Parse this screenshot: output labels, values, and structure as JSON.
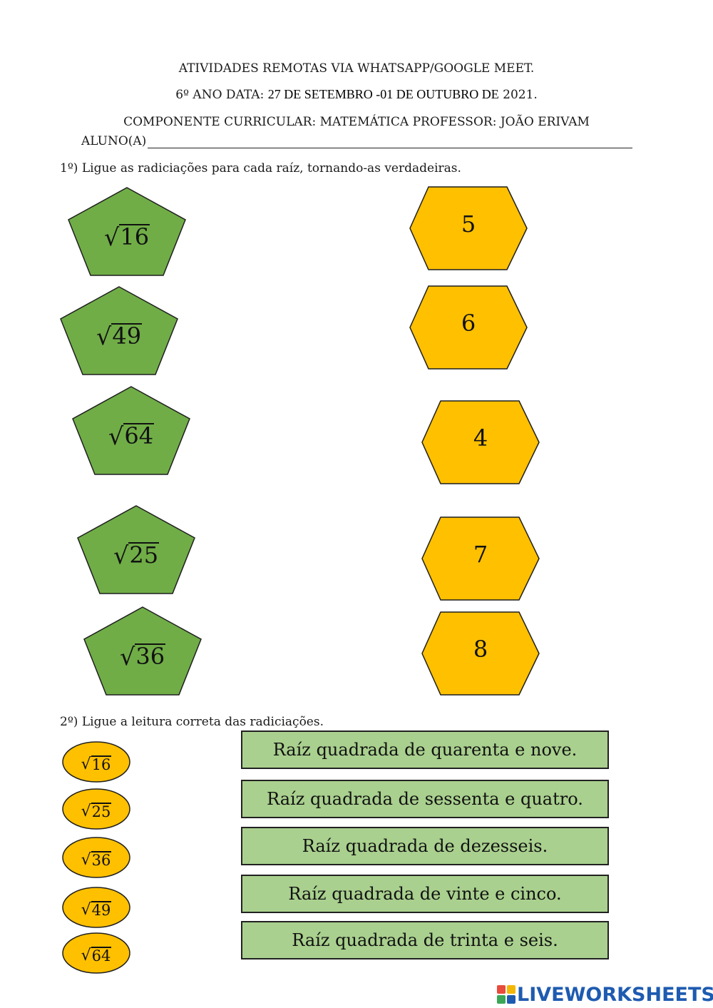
{
  "header": {
    "line1": "ATIVIDADES REMOTAS VIA WHATSAPP/GOOGLE MEET.",
    "line2_prefix": "6º ANO DATA: ",
    "line2_date": "27 DE SETEMBRO -01 DE OUTUBRO DE",
    "line2_suffix": " 2021.",
    "line3": "COMPONENTE CURRICULAR: MATEMÁTICA PROFESSOR: JOÃO ERIVAM",
    "student_label": "ALUNO(A)"
  },
  "question1": {
    "prompt": "1º) Ligue as radiciações para cada raíz, tornando-as verdadeiras.",
    "radicals": [
      "16",
      "49",
      "64",
      "25",
      "36"
    ],
    "roots": [
      "5",
      "6",
      "4",
      "7",
      "8"
    ],
    "pentagon_color": "#70ad47",
    "hexagon_color": "#ffc000"
  },
  "question2": {
    "prompt": "2º) Ligue a leitura correta das radiciações.",
    "radicals": [
      "16",
      "25",
      "36",
      "49",
      "64"
    ],
    "readings": [
      "Raíz quadrada de quarenta e nove.",
      "Raíz quadrada de sessenta e quatro.",
      "Raíz quadrada de dezesseis.",
      "Raíz quadrada de vinte e cinco.",
      "Raíz quadrada de trinta e seis."
    ],
    "oval_color": "#ffc000",
    "box_color": "#a9d08e"
  },
  "radical_symbol": "√",
  "logo": {
    "text": "LIVEWORKSHEETS",
    "color": "#1e5bb0"
  }
}
